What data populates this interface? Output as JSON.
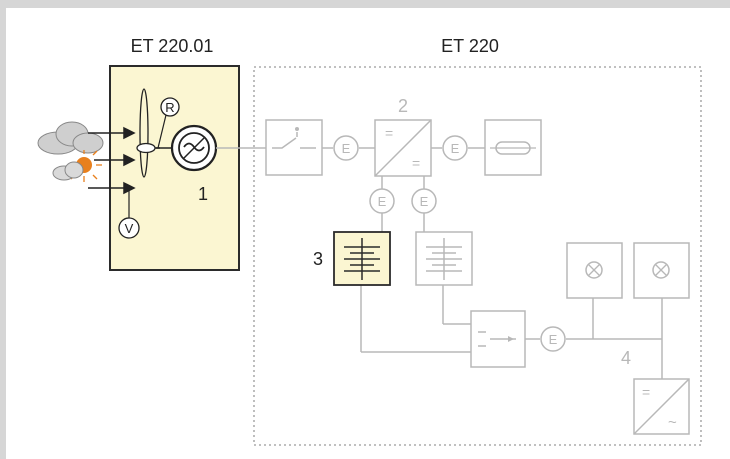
{
  "labels": {
    "device_left": "ET 220.01",
    "device_right": "ET 220",
    "num_1": "1",
    "num_2": "2",
    "num_3": "3",
    "num_4": "4",
    "meter_r": "R",
    "meter_v": "V",
    "energy_meter": "E",
    "conv_top": "=",
    "conv_bottom": "=",
    "inv_top": "=",
    "inv_bottom": "~"
  },
  "colors": {
    "highlight_fill": "#fbf6d2",
    "active_stroke": "#2b2b2b",
    "faded_stroke": "#b8b8b8",
    "sun": "#e8801e"
  }
}
